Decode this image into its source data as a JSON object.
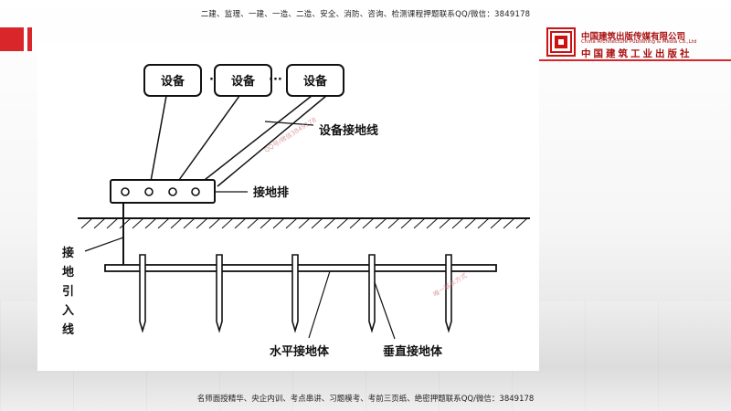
{
  "header": {
    "banner_text": "二建、监理、一建、一造、二造、安全、消防、咨询、检测课程押题联系QQ/微信：3849178"
  },
  "footer": {
    "banner_text": "名师面授精华、央企内训、考点串讲、习题模考、考前三页纸、绝密押题联系QQ/微信：3849178"
  },
  "logo": {
    "company_cn": "中国建筑出版传媒有限公司",
    "company_en": "China Architecture Publishing & Media Co.,Ltd",
    "publisher_cn": "中国建筑工业出版社"
  },
  "colors": {
    "brand_red": "#d8262b",
    "diagram_ink": "#111111"
  },
  "diagram": {
    "devices": [
      "设备",
      "设备",
      "设备"
    ],
    "ellipsis": "···",
    "labels": {
      "equipment_ground_wire": "设备接地线",
      "ground_bar": "接地排",
      "ground_lead": [
        "接",
        "地",
        "引",
        "入",
        "线"
      ],
      "horizontal_electrode": "水平接地体",
      "vertical_electrode": "垂直接地体"
    },
    "watermarks": [
      "QQ号/微信3849178",
      "唯一联系方式"
    ]
  }
}
